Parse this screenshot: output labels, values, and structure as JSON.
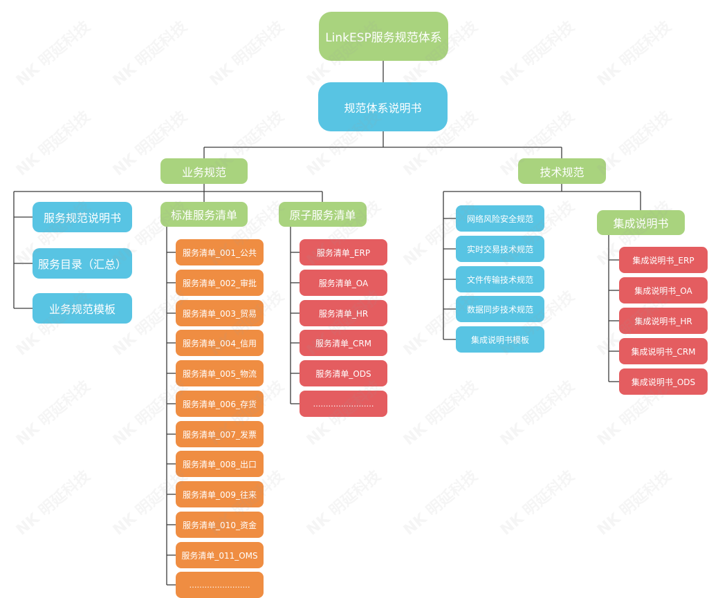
{
  "colors": {
    "green": "#a9d37e",
    "blue": "#58c4e3",
    "orange": "#ef8d42",
    "red": "#e45d60",
    "line": "#3a3a3a"
  },
  "watermark": "NK 明延科技",
  "root": {
    "label": "LinkESP服务规范体系"
  },
  "manual": {
    "label": "规范体系说明书"
  },
  "business": {
    "label": "业务规范",
    "docs": [
      "服务规范说明书",
      "服务目录（汇总）",
      "业务规范模板"
    ],
    "standard_list": {
      "label": "标准服务清单",
      "items": [
        "服务清单_001_公共",
        "服务清单_002_审批",
        "服务清单_003_贸易",
        "服务清单_004_信用",
        "服务清单_005_物流",
        "服务清单_006_存货",
        "服务清单_007_发票",
        "服务清单_008_出口",
        "服务清单_009_往来",
        "服务清单_010_资金",
        "服务清单_011_OMS",
        "……………………"
      ]
    },
    "atomic_list": {
      "label": "原子服务清单",
      "items": [
        "服务清单_ERP",
        "服务清单_OA",
        "服务清单_HR",
        "服务清单_CRM",
        "服务清单_ODS",
        "……………………"
      ]
    }
  },
  "technical": {
    "label": "技术规范",
    "specs": [
      "网络风险安全规范",
      "实时交易技术规范",
      "文件传输技术规范",
      "数据同步技术规范",
      "集成说明书模板"
    ],
    "integration": {
      "label": "集成说明书",
      "items": [
        "集成说明书_ERP",
        "集成说明书_OA",
        "集成说明书_HR",
        "集成说明书_CRM",
        "集成说明书_ODS"
      ]
    }
  }
}
